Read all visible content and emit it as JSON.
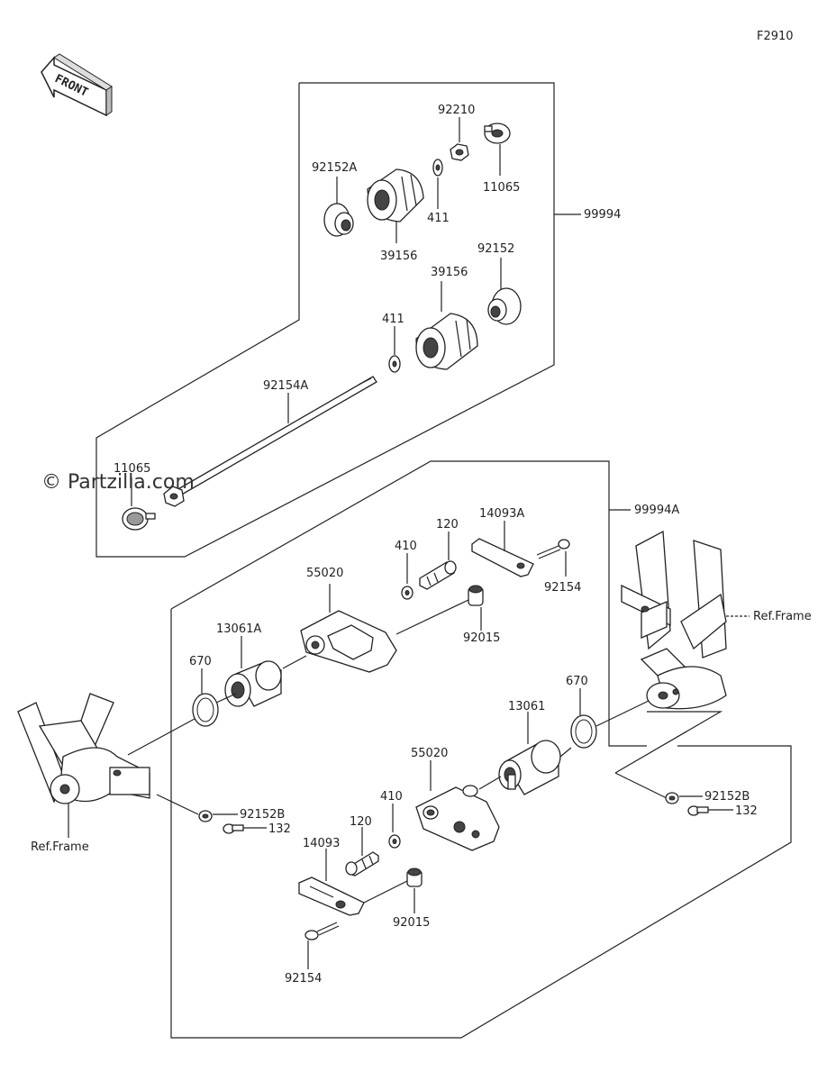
{
  "diagram_code": "F2910",
  "front_label": "FRONT",
  "watermark": "© Partzilla.com",
  "ref_frame": "Ref.Frame",
  "parts": {
    "p92210": "92210",
    "p11065_top": "11065",
    "p92152A": "92152A",
    "p411_top": "411",
    "p39156_top": "39156",
    "p99994": "99994",
    "p92152": "92152",
    "p39156_b": "39156",
    "p411_b": "411",
    "p92154A": "92154A",
    "p11065_b": "11065",
    "p99994A": "99994A",
    "p14093A": "14093A",
    "p120_top": "120",
    "p410_top": "410",
    "p92154_top": "92154",
    "p55020_top": "55020",
    "p92015_top": "92015",
    "p13061A": "13061A",
    "p670_left": "670",
    "p670_right": "670",
    "p13061": "13061",
    "p55020_b": "55020",
    "p410_b": "410",
    "p120_b": "120",
    "p14093": "14093",
    "p92015_b": "92015",
    "p92154_b": "92154",
    "p92152B_left": "92152B",
    "p132_left": "132",
    "p92152B_right": "92152B",
    "p132_right": "132"
  }
}
